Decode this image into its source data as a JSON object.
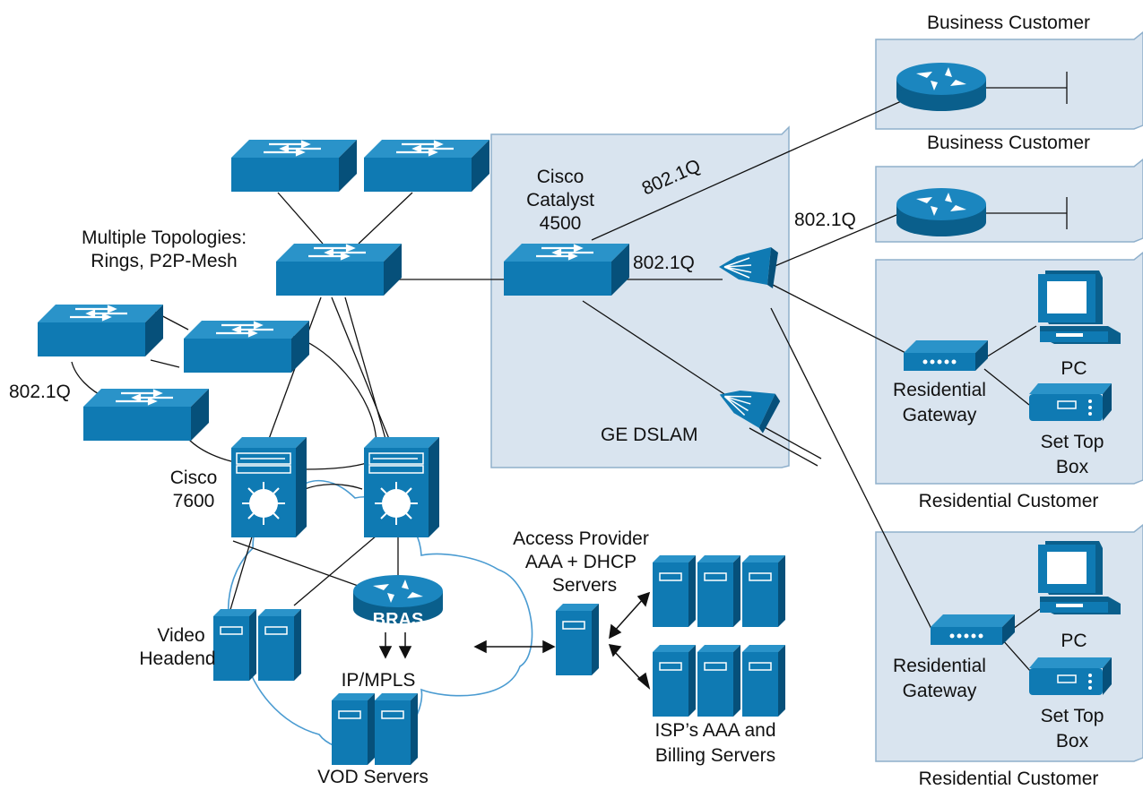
{
  "labels": {
    "business_customer_1": "Business Customer",
    "business_customer_2": "Business Customer",
    "residential_customer_1": "Residential Customer",
    "residential_customer_2": "Residential Customer",
    "cisco_catalyst_l1": "Cisco",
    "cisco_catalyst_l2": "Catalyst",
    "cisco_catalyst_l3": "4500",
    "dot1q_diag": "802.1Q",
    "dot1q_top": "802.1Q",
    "dot1q_mid": "802.1Q",
    "dot1q_left": "802.1Q",
    "multiple_topologies_l1": "Multiple Topologies:",
    "multiple_topologies_l2": "Rings, P2P-Mesh",
    "ge_dslam": "GE DSLAM",
    "cisco_7600_l1": "Cisco",
    "cisco_7600_l2": "7600",
    "video_headend_l1": "Video",
    "video_headend_l2": "Headend",
    "bras": "BRAS",
    "ip_mpls": "IP/MPLS",
    "vod_servers": "VOD Servers",
    "access_provider_l1": "Access Provider",
    "access_provider_l2": "AAA + DHCP",
    "access_provider_l3": "Servers",
    "isp_aaa_l1": "ISP’s AAA and",
    "isp_aaa_l2": "Billing Servers",
    "residential_gateway_1_l1": "Residential",
    "residential_gateway_1_l2": "Gateway",
    "residential_gateway_2_l1": "Residential",
    "residential_gateway_2_l2": "Gateway",
    "pc_1": "PC",
    "pc_2": "PC",
    "set_top_box_1_l1": "Set Top",
    "set_top_box_1_l2": "Box",
    "set_top_box_2_l1": "Set Top",
    "set_top_box_2_l2": "Box"
  },
  "colors": {
    "device_blue": "#0f7ab3",
    "device_dark": "#0a5f8c",
    "zone_fill": "#d9e4ef",
    "cloud_stroke": "#4a9bd1"
  }
}
